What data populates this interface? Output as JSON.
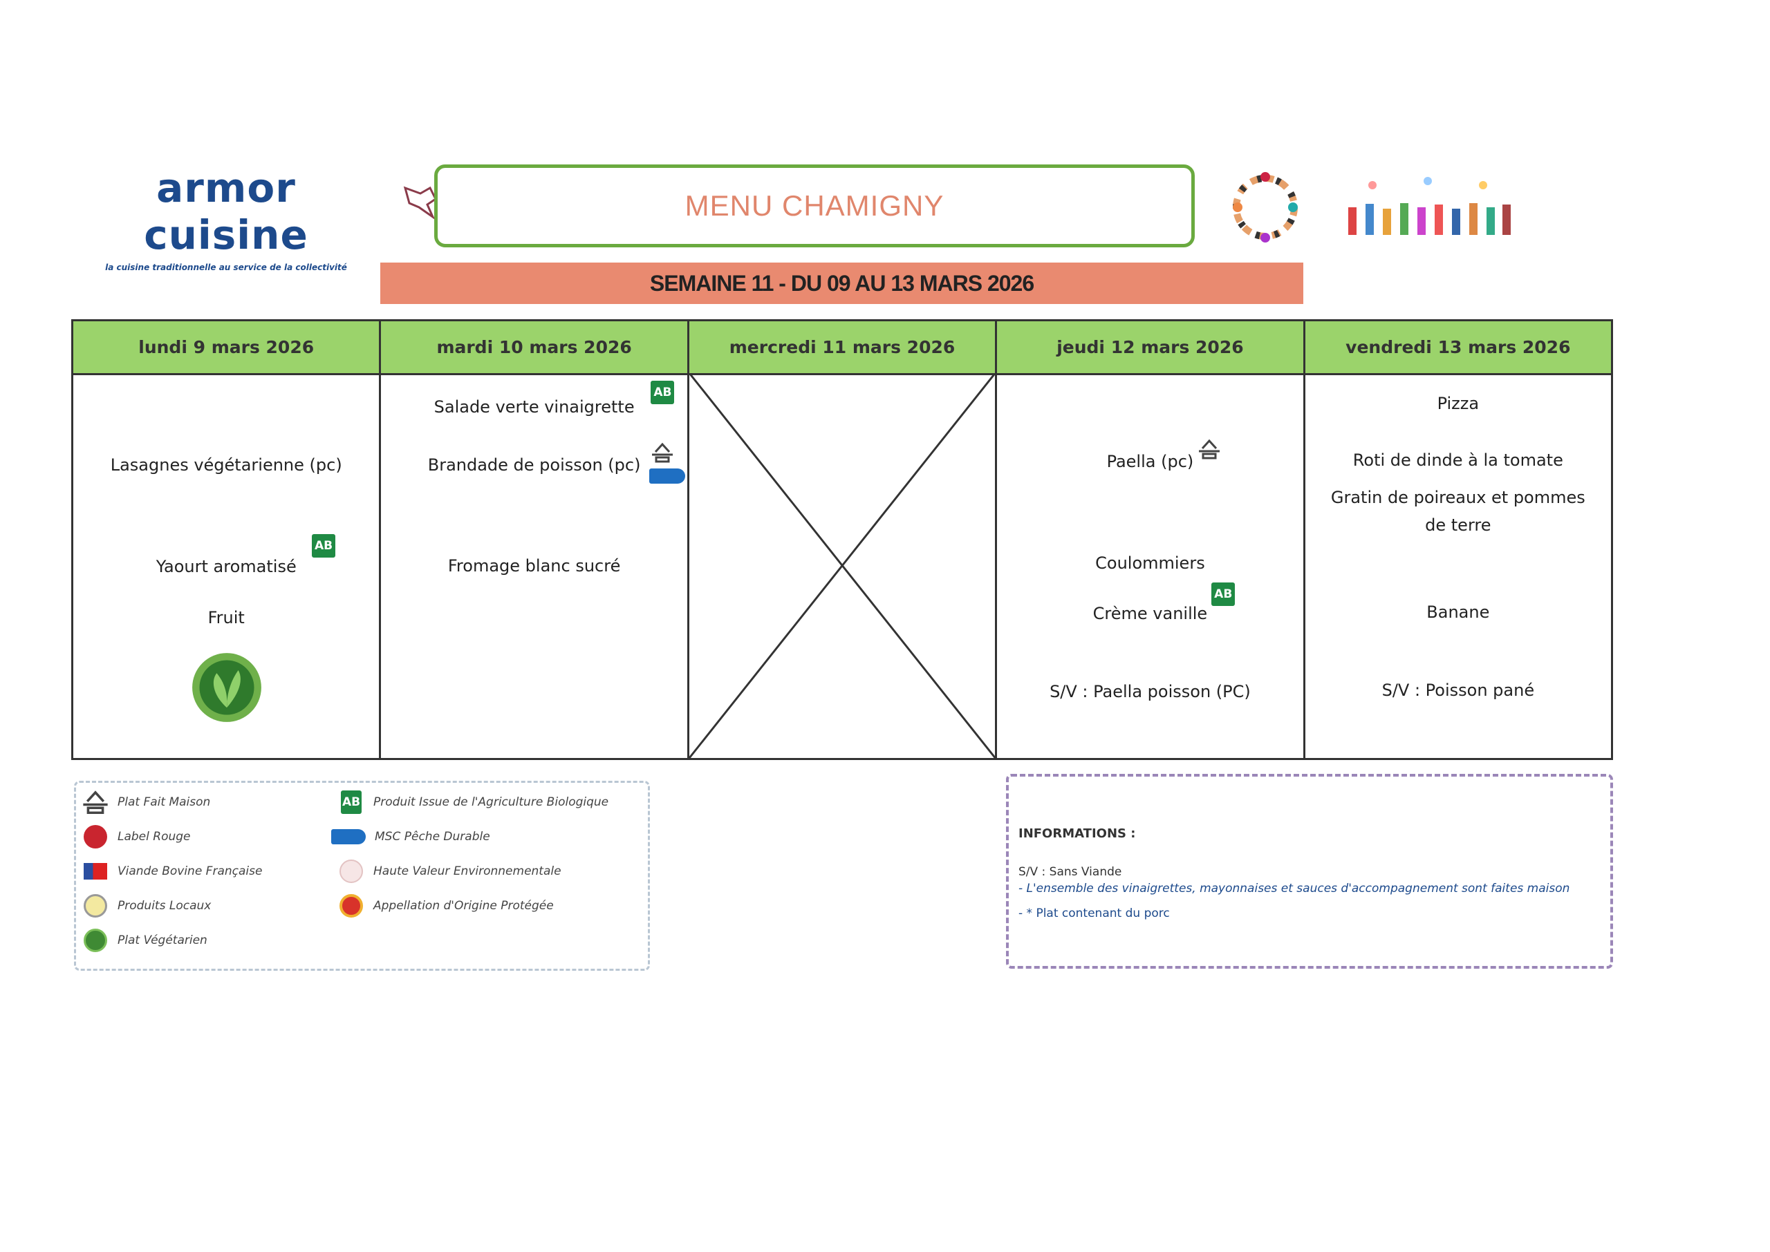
{
  "header": {
    "logo_name": "armor cuisine",
    "logo_tagline": "la cuisine traditionnelle au service de la collectivité",
    "title": "MENU CHAMIGNY",
    "week": "SEMAINE 11 - DU 09 AU 13 MARS 2026"
  },
  "days": [
    {
      "label": "lundi 9 mars 2026",
      "items": [
        "Lasagnes végétarienne (pc)",
        "Yaourt aromatisé",
        "Fruit"
      ]
    },
    {
      "label": "mardi 10 mars 2026",
      "items": [
        "Salade verte vinaigrette",
        "Brandade de poisson (pc)",
        "Fromage blanc sucré"
      ]
    },
    {
      "label": "mercredi 11 mars 2026",
      "items": []
    },
    {
      "label": "jeudi 12 mars 2026",
      "items": [
        "Paella (pc)",
        "Coulommiers",
        "Crème vanille",
        "S/V : Paella poisson (PC)"
      ]
    },
    {
      "label": "vendredi 13 mars 2026",
      "items": [
        "Pizza",
        "Roti de dinde à la tomate",
        "Gratin de poireaux et pommes de terre",
        "Banane",
        "S/V : Poisson pané"
      ]
    }
  ],
  "icons": {
    "ab_text": "AB"
  },
  "legend": [
    {
      "icon": "house-icon",
      "label": "Plat Fait Maison"
    },
    {
      "icon": "label-rouge-icon",
      "label": "Label Rouge"
    },
    {
      "icon": "viande-bovine-icon",
      "label": "Viande Bovine Française"
    },
    {
      "icon": "produits-locaux-icon",
      "label": "Produits Locaux"
    },
    {
      "icon": "vegetarian-icon",
      "label": "Plat Végétarien"
    },
    {
      "icon": "ab-icon",
      "label": "Produit Issue de l'Agriculture Biologique"
    },
    {
      "icon": "msc-icon",
      "label": "MSC Pêche Durable"
    },
    {
      "icon": "hve-icon",
      "label": "Haute Valeur Environnementale"
    },
    {
      "icon": "aop-icon",
      "label": "Appellation d'Origine Protégée"
    }
  ],
  "info": {
    "title": "INFORMATIONS :",
    "sv": "S/V : Sans Viande",
    "line1": "- L'ensemble des vinaigrettes, mayonnaises et sauces d'accompagnement sont faites maison",
    "star": "- *",
    "line2": "Plat contenant du porc"
  },
  "colors": {
    "green_header": "#9bd36b",
    "salmon": "#e98a70",
    "title": "#e0866c",
    "blue": "#1d4a8c"
  }
}
